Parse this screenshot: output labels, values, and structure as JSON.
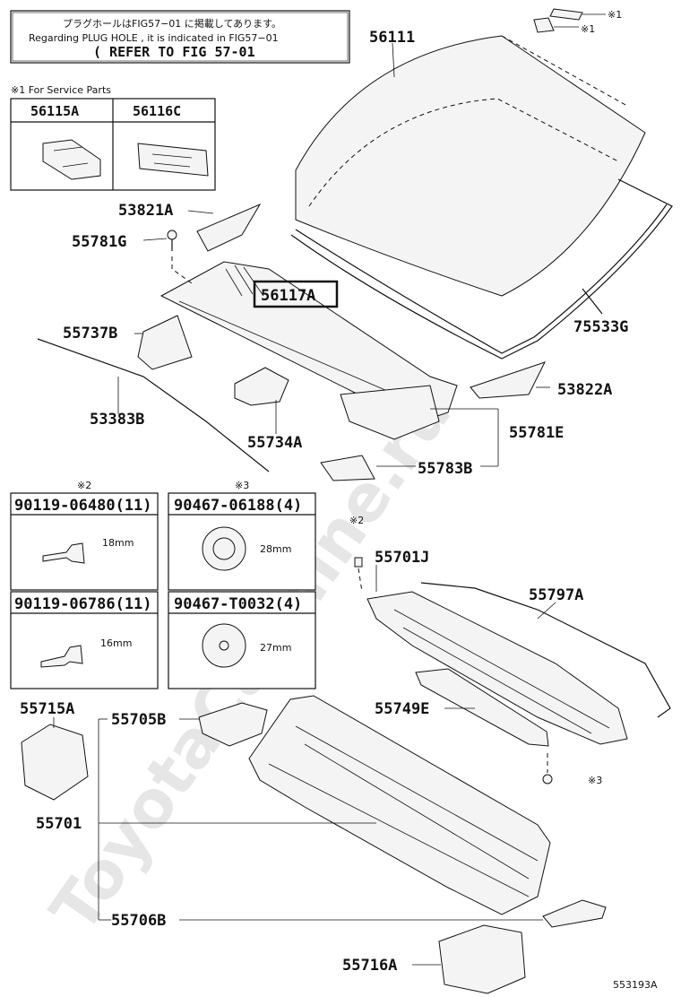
{
  "plug_note": {
    "line1": "プラグホールはFIG57−01 に掲載してあります。",
    "line2": "Regarding  PLUG HOLE , it is indicated in FIG57−01",
    "line3": "( REFER TO FIG 57-01"
  },
  "service_parts": {
    "title": "※1 For Service Parts",
    "col1": "56115A",
    "col2": "56116C"
  },
  "fasteners": [
    {
      "mark": "※2",
      "part": "90119-06480(11)",
      "size": "18mm"
    },
    {
      "mark": "※3",
      "part": "90467-06188(4)",
      "size": "28mm"
    },
    {
      "mark": "",
      "part": "90119-06786(11)",
      "size": "16mm"
    },
    {
      "mark": "",
      "part": "90467-T0032(4)",
      "size": "27mm"
    }
  ],
  "labels": {
    "p56111": "56111",
    "p53821A": "53821A",
    "p55781G": "55781G",
    "p56117A": "56117A",
    "p75533G": "75533G",
    "p55737B": "55737B",
    "p53822A": "53822A",
    "p53383B": "53383B",
    "p55734A": "55734A",
    "p55781E": "55781E",
    "p55783B": "55783B",
    "p55701J": "55701J",
    "p55797A": "55797A",
    "p55749E": "55749E",
    "p55715A": "55715A",
    "p55705B": "55705B",
    "p55701": "55701",
    "p55706B": "55706B",
    "p55716A": "55716A"
  },
  "marks": {
    "m1a": "※1",
    "m1b": "※1",
    "m2": "※2",
    "m3": "※3"
  },
  "watermark": "ToyotaCarMine.ru",
  "figure_id": "553193A"
}
